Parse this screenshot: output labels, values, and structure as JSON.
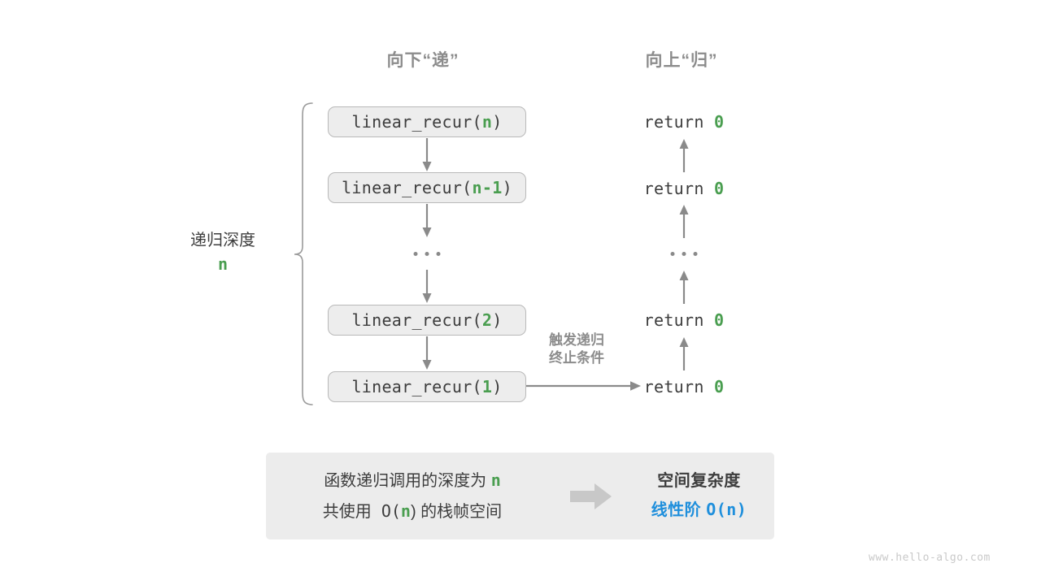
{
  "headings": {
    "down": "向下“递”",
    "up": "向上“归”"
  },
  "depth_bracket": {
    "label": "递归深度",
    "value": "n"
  },
  "call_stack": [
    {
      "prefix": "linear_recur(",
      "arg": "n",
      "suffix": ")",
      "return_text": "return",
      "return_value": "0"
    },
    {
      "prefix": "linear_recur(",
      "arg": "n-1",
      "suffix": ")",
      "return_text": "return",
      "return_value": "0"
    },
    {
      "prefix": "linear_recur(",
      "arg": "2",
      "suffix": ")",
      "return_text": "return",
      "return_value": "0"
    },
    {
      "prefix": "linear_recur(",
      "arg": "1",
      "suffix": ")",
      "return_text": "return",
      "return_value": "0"
    }
  ],
  "ellipsis": "···",
  "trigger_note": {
    "line1": "触发递归",
    "line2": "终止条件"
  },
  "summary": {
    "left_line1_a": "函数递归调用的深度为 ",
    "left_line1_n": "n",
    "left_line2_a": "共使用 O(",
    "left_line2_n": "n",
    "left_line2_b": ") 的栈帧空间",
    "arrow_icon": "right-block-arrow-icon",
    "right_title": "空间复杂度",
    "right_value_label": "线性阶 ",
    "right_value_expr": "O(n)"
  },
  "watermark": "www.hello-algo.com",
  "colors": {
    "green": "#4a9e50",
    "blue": "#1f8fdc",
    "box_fill": "#ededed",
    "box_border": "#b9b9b9",
    "text": "#3d3d3d",
    "muted": "#8c8c8c",
    "arrow": "#8a8a8a",
    "panel": "#ececec",
    "watermark": "#c9c9c9"
  }
}
